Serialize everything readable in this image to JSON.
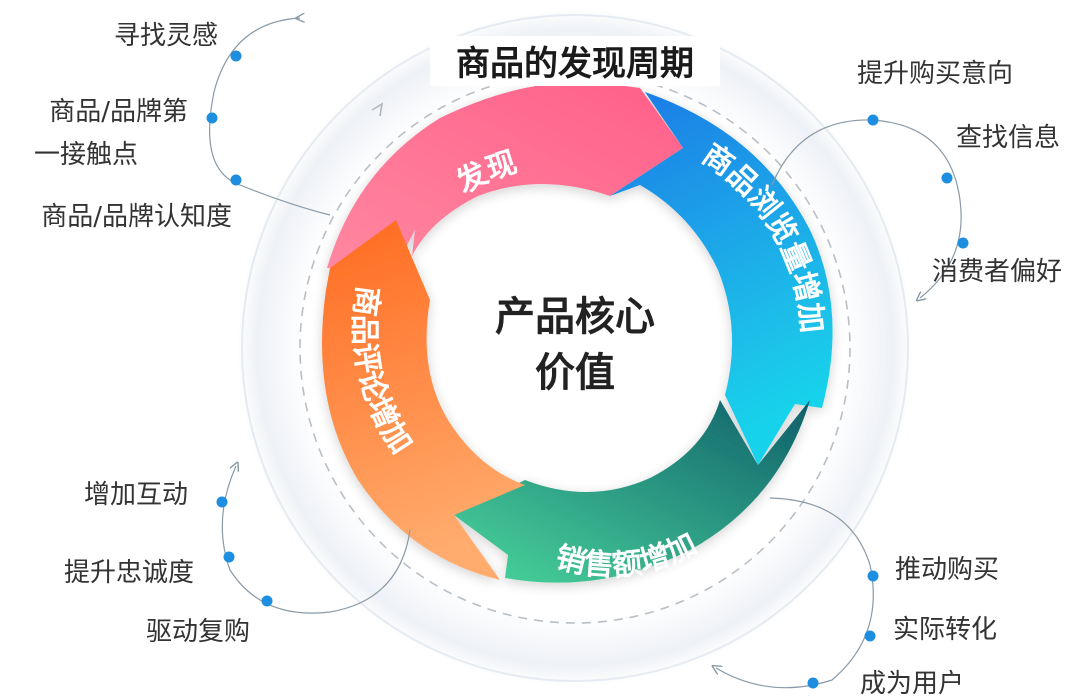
{
  "title": "商品的发现周期",
  "core": {
    "line1": "产品核心",
    "line2": "价值"
  },
  "segments": {
    "discover": "发现",
    "browse": "商品浏览量增加",
    "sales": "销售额增加",
    "review": "商品评论增加"
  },
  "annotations": {
    "top_left": [
      "寻找灵感",
      "商品/品牌第",
      "一接触点",
      "商品/品牌认知度"
    ],
    "top_right": [
      "提升购买意向",
      "查找信息",
      "消费者偏好"
    ],
    "bottom_left": [
      "增加互动",
      "提升忠诚度",
      "驱动复购"
    ],
    "bottom_right": [
      "推动购买",
      "实际转化",
      "成为用户"
    ]
  },
  "colors": {
    "discover": [
      "#ff5f8a",
      "#ff87a0"
    ],
    "browse": [
      "#1f6fe0",
      "#19c8e6"
    ],
    "sales": [
      "#0f6f75",
      "#45d39c"
    ],
    "review": [
      "#ff6a1f",
      "#ffa66b"
    ],
    "dot": "#1e8fe0"
  }
}
